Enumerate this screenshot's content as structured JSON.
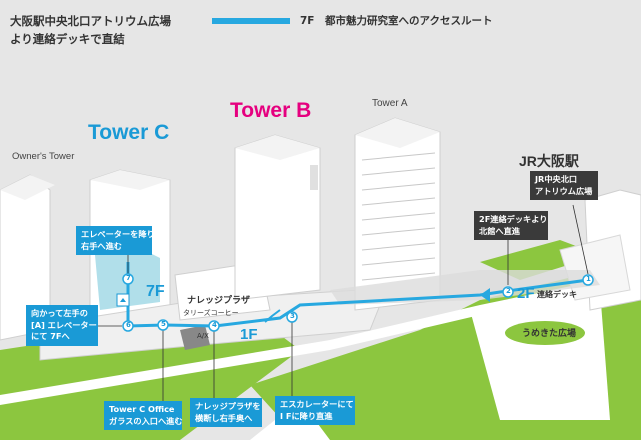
{
  "header": {
    "title_line1": "大阪駅中央北口アトリウム広場",
    "title_line2": "より連絡デッキで直結",
    "legend": "7F　都市魅力研究室へのアクセスルート",
    "legend_color": "#27a8e0"
  },
  "buildings": {
    "tower_c": "Tower C",
    "tower_b": "Tower B",
    "tower_a": "Tower A",
    "owners_tower": "Owner's Tower",
    "jr_osaka": "JR大阪駅",
    "knowledge_plaza": "ナレッジプラザ",
    "tullys": "タリーズコーヒー",
    "umekita": "うめきた広場",
    "deck_2f": "2F",
    "deck_2f_label": "連絡デッキ"
  },
  "floors": {
    "f7": "7F",
    "f1": "1F"
  },
  "colors": {
    "tower_c": "#1a9ad6",
    "tower_b": "#e5007f",
    "route": "#27a8e0",
    "green": "#8cc63f"
  },
  "callouts": {
    "atrium": "JR中央北口\nアトリウム広場",
    "deck": "2F連絡デッキより\n北館へ直進",
    "elevator": "エレベーターを降り\n右手へ進む",
    "left_elevator": "向かって左手の\n[A] エレベーター\nにて 7Fへ",
    "glass": "Tower C Office\nガラスの入口へ進む",
    "plaza": "ナレッジプラザを\n横断し右手奥へ",
    "escalator": "エスカレーターにて\nI Fに降り直進"
  },
  "steps": [
    "1",
    "2",
    "3",
    "4",
    "5",
    "6",
    "7"
  ],
  "icons": {
    "elevator": "elevator-icon",
    "escalator": "escalator-icon",
    "arrow": "route-arrow-icon"
  },
  "map_labels": {
    "ax": "A/X"
  }
}
